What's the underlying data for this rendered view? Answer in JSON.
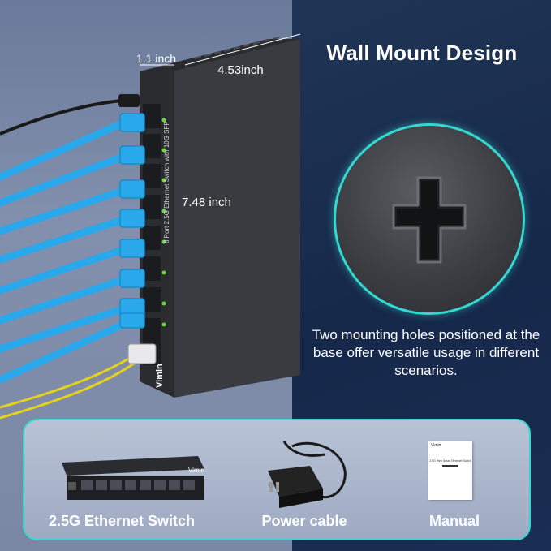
{
  "header": {
    "title": "Wall Mount Design"
  },
  "description": "Two mounting holes positioned at the base offer versatile usage in different scenarios.",
  "dimensions": {
    "depth": "1.1 inch",
    "width": "4.53inch",
    "height": "7.48 inch"
  },
  "device": {
    "brand": "Vimin",
    "front_text": "8 Port 2.5G Ethernet Switch with 10G SFP"
  },
  "package": {
    "items": [
      {
        "label": "2.5G Ethernet Switch"
      },
      {
        "label": "Power cable"
      },
      {
        "label": "Manual"
      }
    ],
    "manual_title": "2.5G Web Smart Ethernet Switch"
  },
  "colors": {
    "accent": "#35d8d0",
    "cable_blue": "#2aa8ec",
    "cable_yellow": "#e6d21a",
    "led_green": "#66dd33"
  }
}
